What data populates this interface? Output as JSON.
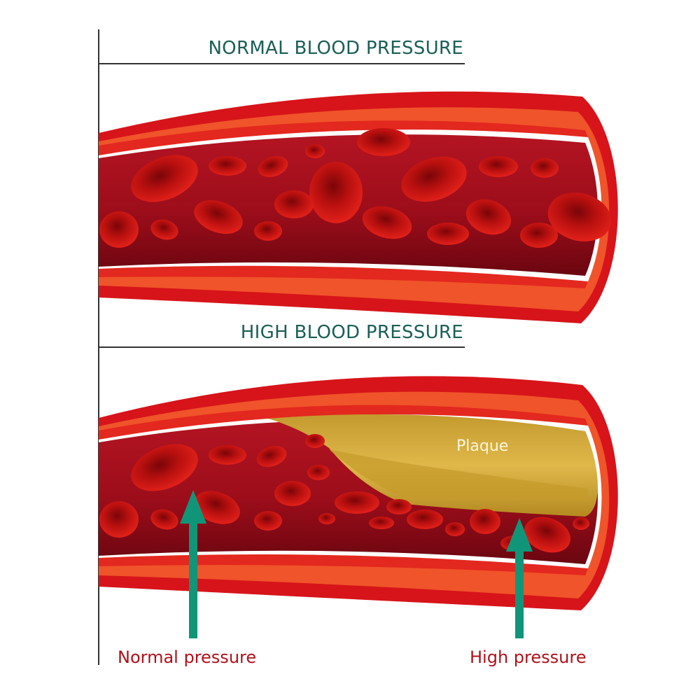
{
  "diagram": {
    "normal_title": "NORMAL BLOOD PRESSURE",
    "high_title": "HIGH BLOOD PRESSURE",
    "plaque_label": "Plaque",
    "normal_pressure_label": "Normal pressure",
    "high_pressure_label": "High pressure"
  },
  "colors": {
    "heading": "#1a5f56",
    "label": "#b0101a",
    "arrow": "#119579",
    "vessel_outer": "#d7141a",
    "vessel_wall": "#f0542a",
    "lumen": "#a70f1c",
    "plaque": "#d6ad3a",
    "cell": "#d21a17"
  },
  "icons": {
    "arrow": "arrow-up-icon",
    "cell": "red-blood-cell-icon"
  }
}
